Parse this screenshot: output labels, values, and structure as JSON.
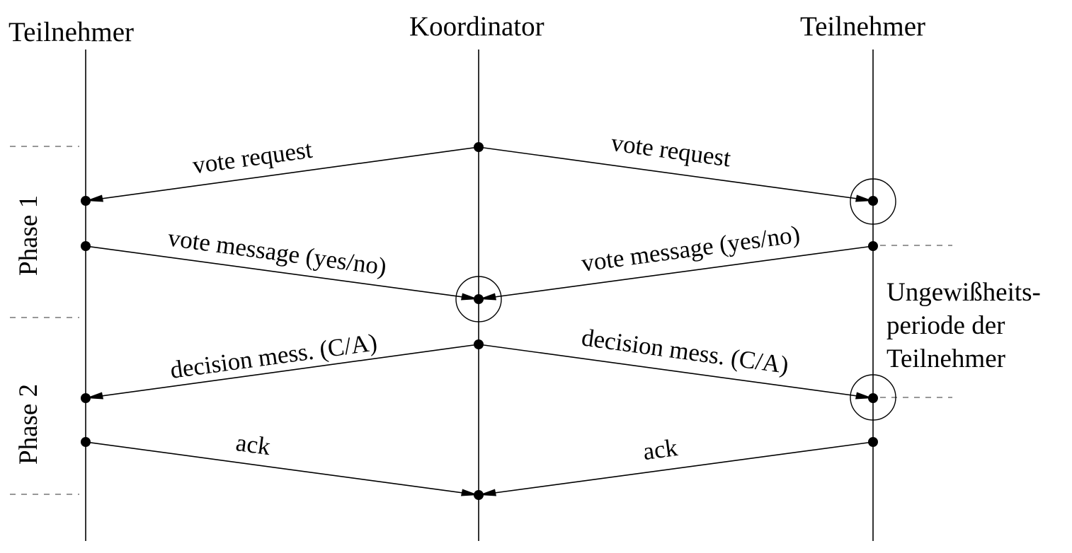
{
  "participants": {
    "left": "Teilnehmer",
    "center": "Koordinator",
    "right": "Teilnehmer"
  },
  "phases": {
    "phase1": "Phase 1",
    "phase2": "Phase 2"
  },
  "messages": {
    "vote_request_left": "vote request",
    "vote_request_right": "vote request",
    "vote_message_left": "vote message (yes/no)",
    "vote_message_right": "vote message (yes/no)",
    "decision_left": "decision mess. (C/A)",
    "decision_right": "decision mess. (C/A)",
    "ack_left": "ack",
    "ack_right": "ack"
  },
  "note": {
    "line1": "Ungewißheits-",
    "line2": "periode der",
    "line3": "Teilnehmer"
  }
}
